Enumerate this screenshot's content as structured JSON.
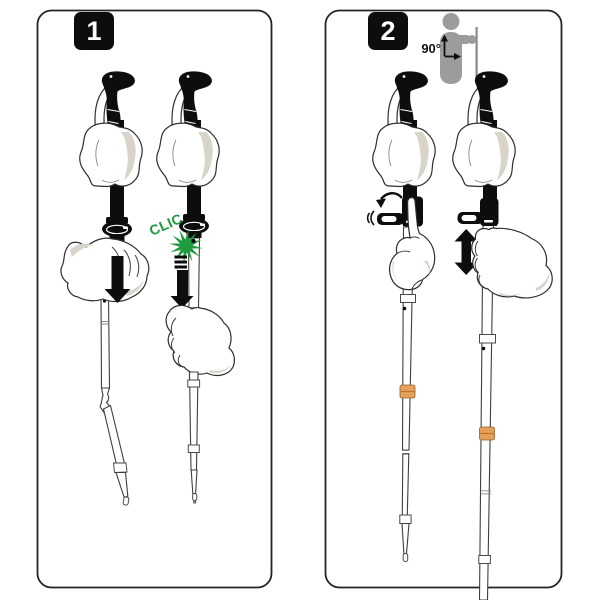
{
  "page": {
    "background": "#FFFFFF",
    "panel_border": "#242424"
  },
  "colors": {
    "accent_green": "#1D9B3E",
    "band_orange": "#E5A159",
    "band_orange_line": "#B9772F",
    "figure_gray": "#9C9C9C",
    "shading_gray": "#D8D4CA",
    "ink_black": "#0D0D0D"
  },
  "panels": [
    {
      "id": "step-1",
      "step_number": "1",
      "annotations": {
        "click_label": "CLIC"
      },
      "icons": [
        "step-badge",
        "down-arrow",
        "down-arrow",
        "clic-starburst",
        "hand-pull-left",
        "hand-pull-right",
        "folded-pole-tip",
        "straight-pole-tip",
        "orange-band",
        "orange-band"
      ]
    },
    {
      "id": "step-2",
      "step_number": "2",
      "annotations": {
        "elbow_angle_label": "90°"
      },
      "icons": [
        "step-badge",
        "person-elbow-90",
        "rotate-open-arrow",
        "vibration-marks",
        "up-down-arrow",
        "hand-open-lever",
        "hand-grip-shaft",
        "orange-band",
        "orange-band"
      ]
    }
  ]
}
